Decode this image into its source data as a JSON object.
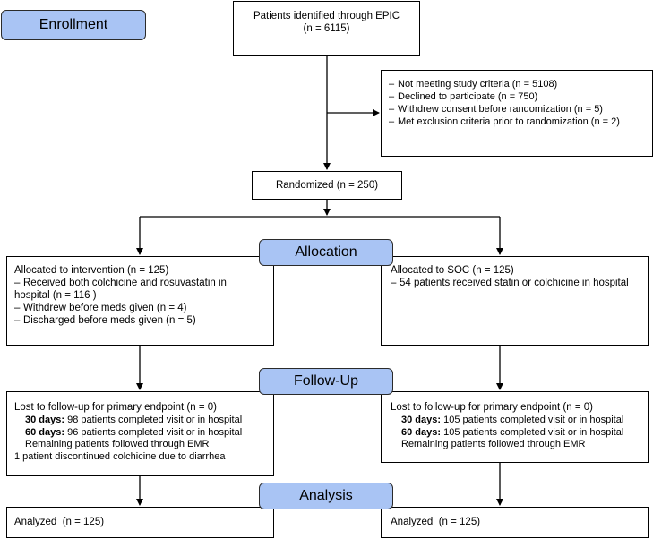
{
  "colors": {
    "stage_fill": "#a9c4f4",
    "border": "#000000",
    "line": "#000000"
  },
  "stages": {
    "enrollment": "Enrollment",
    "allocation": "Allocation",
    "followup": "Follow-Up",
    "analysis": "Analysis"
  },
  "identified": {
    "line1": "Patients identified through EPIC",
    "line2": "(n = 6115)"
  },
  "excluded": {
    "items": [
      "Not meeting study criteria (n = 5108)",
      "Declined to participate (n = 750)",
      "Withdrew consent before randomization (n = 5)",
      "Met exclusion criteria prior to randomization (n = 2)"
    ]
  },
  "randomized": "Randomized (n = 250)",
  "intervention": {
    "title": "Allocated to intervention (n = 125)",
    "items": [
      "Received both colchicine and rosuvastatin in",
      "Withdrew before meds given (n = 4)",
      "Discharged before meds given (n = 5)"
    ],
    "item1_cont": "hospital (n = 116 )"
  },
  "soc": {
    "title": "Allocated to SOC (n = 125)",
    "items": [
      "54 patients received statin or colchicine in hospital"
    ]
  },
  "followup_left": {
    "title": "Lost to follow-up for primary endpoint (n = 0)",
    "d30_label": "30 days:",
    "d30_text": " 98 patients completed visit or in hospital",
    "d60_label": "60 days:",
    "d60_text": " 96 patients completed visit or in hospital",
    "remaining": "Remaining patients followed through EMR",
    "note": "1 patient discontinued colchicine due to diarrhea"
  },
  "followup_right": {
    "title": "Lost to follow-up for primary endpoint (n = 0)",
    "d30_label": "30 days:",
    "d30_text": " 105 patients completed visit or in hospital",
    "d60_label": "60 days:",
    "d60_text": " 105 patients completed visit or in hospital",
    "remaining": "Remaining patients followed through EMR"
  },
  "analyzed_left": "Analyzed  (n = 125)",
  "analyzed_right": "Analyzed  (n = 125)",
  "dash_glyph": "–"
}
